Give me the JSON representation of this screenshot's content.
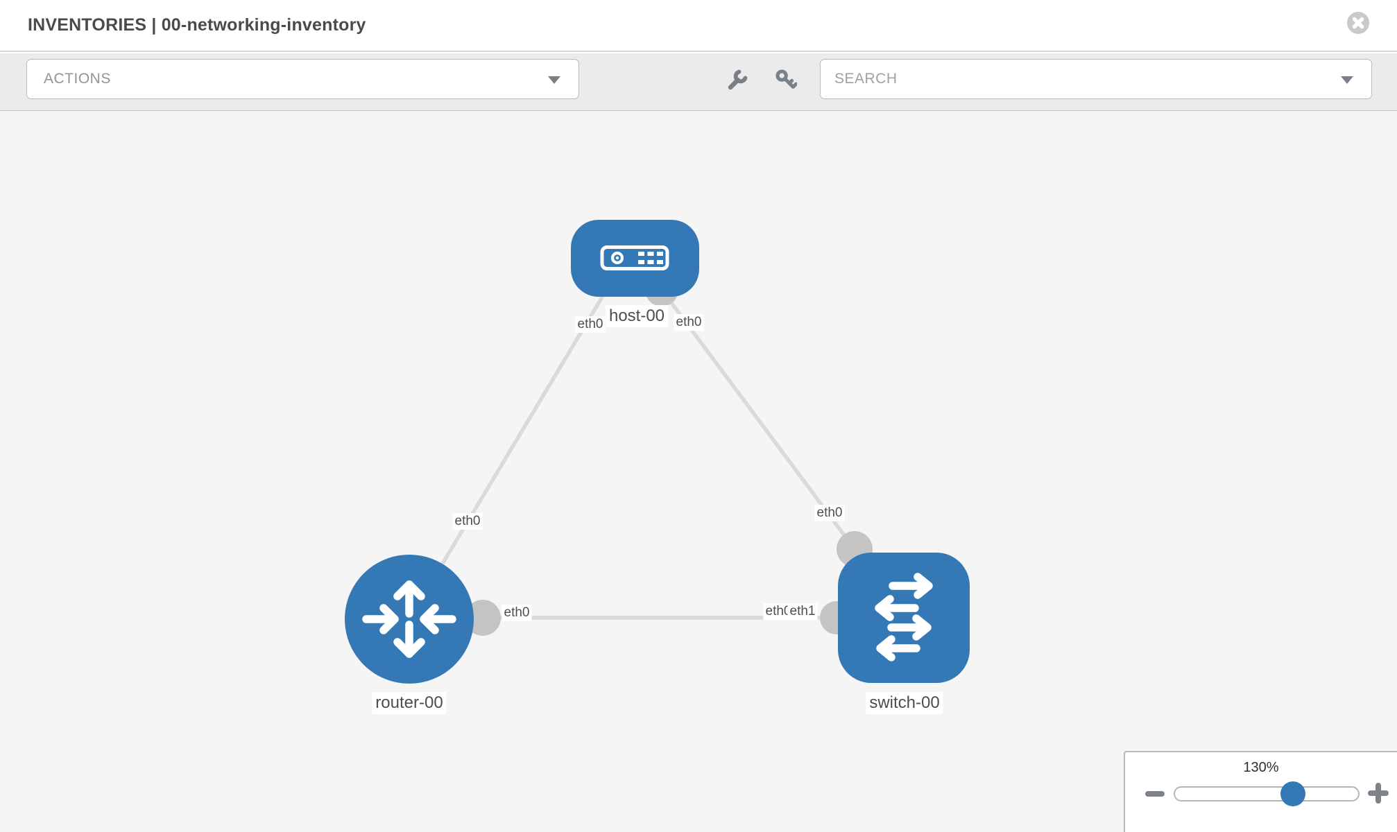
{
  "header": {
    "title": "INVENTORIES | 00-networking-inventory"
  },
  "toolbar": {
    "actions_label": "ACTIONS",
    "search_placeholder": "SEARCH"
  },
  "icons": {
    "close": "circled-x",
    "wrench": "wrench",
    "key": "key",
    "dropdown_arrow": "▼",
    "zoom_out": "−",
    "zoom_in": "+"
  },
  "topology": {
    "nodes": [
      {
        "id": "host-00",
        "type": "host",
        "label": "host-00"
      },
      {
        "id": "router-00",
        "type": "router",
        "label": "router-00"
      },
      {
        "id": "switch-00",
        "type": "switch",
        "label": "switch-00"
      }
    ],
    "links": [
      {
        "from": "host-00",
        "from_interface": "eth0",
        "to": "router-00",
        "to_interface": "eth0"
      },
      {
        "from": "host-00",
        "from_interface": "eth0",
        "to": "switch-00",
        "to_interface": "eth0"
      },
      {
        "from": "router-00",
        "from_interface": "eth0",
        "to": "switch-00",
        "to_interface": "eth1"
      }
    ]
  },
  "zoom_control": {
    "level": "130%"
  },
  "colors": {
    "node_blue": "#3478b5",
    "link_gray": "#dadada",
    "dot_gray": "#c4c4c4",
    "label_text": "#4d4d4d",
    "toolbar_bg": "#ebebeb",
    "canvas_bg": "#f5f5f5"
  }
}
